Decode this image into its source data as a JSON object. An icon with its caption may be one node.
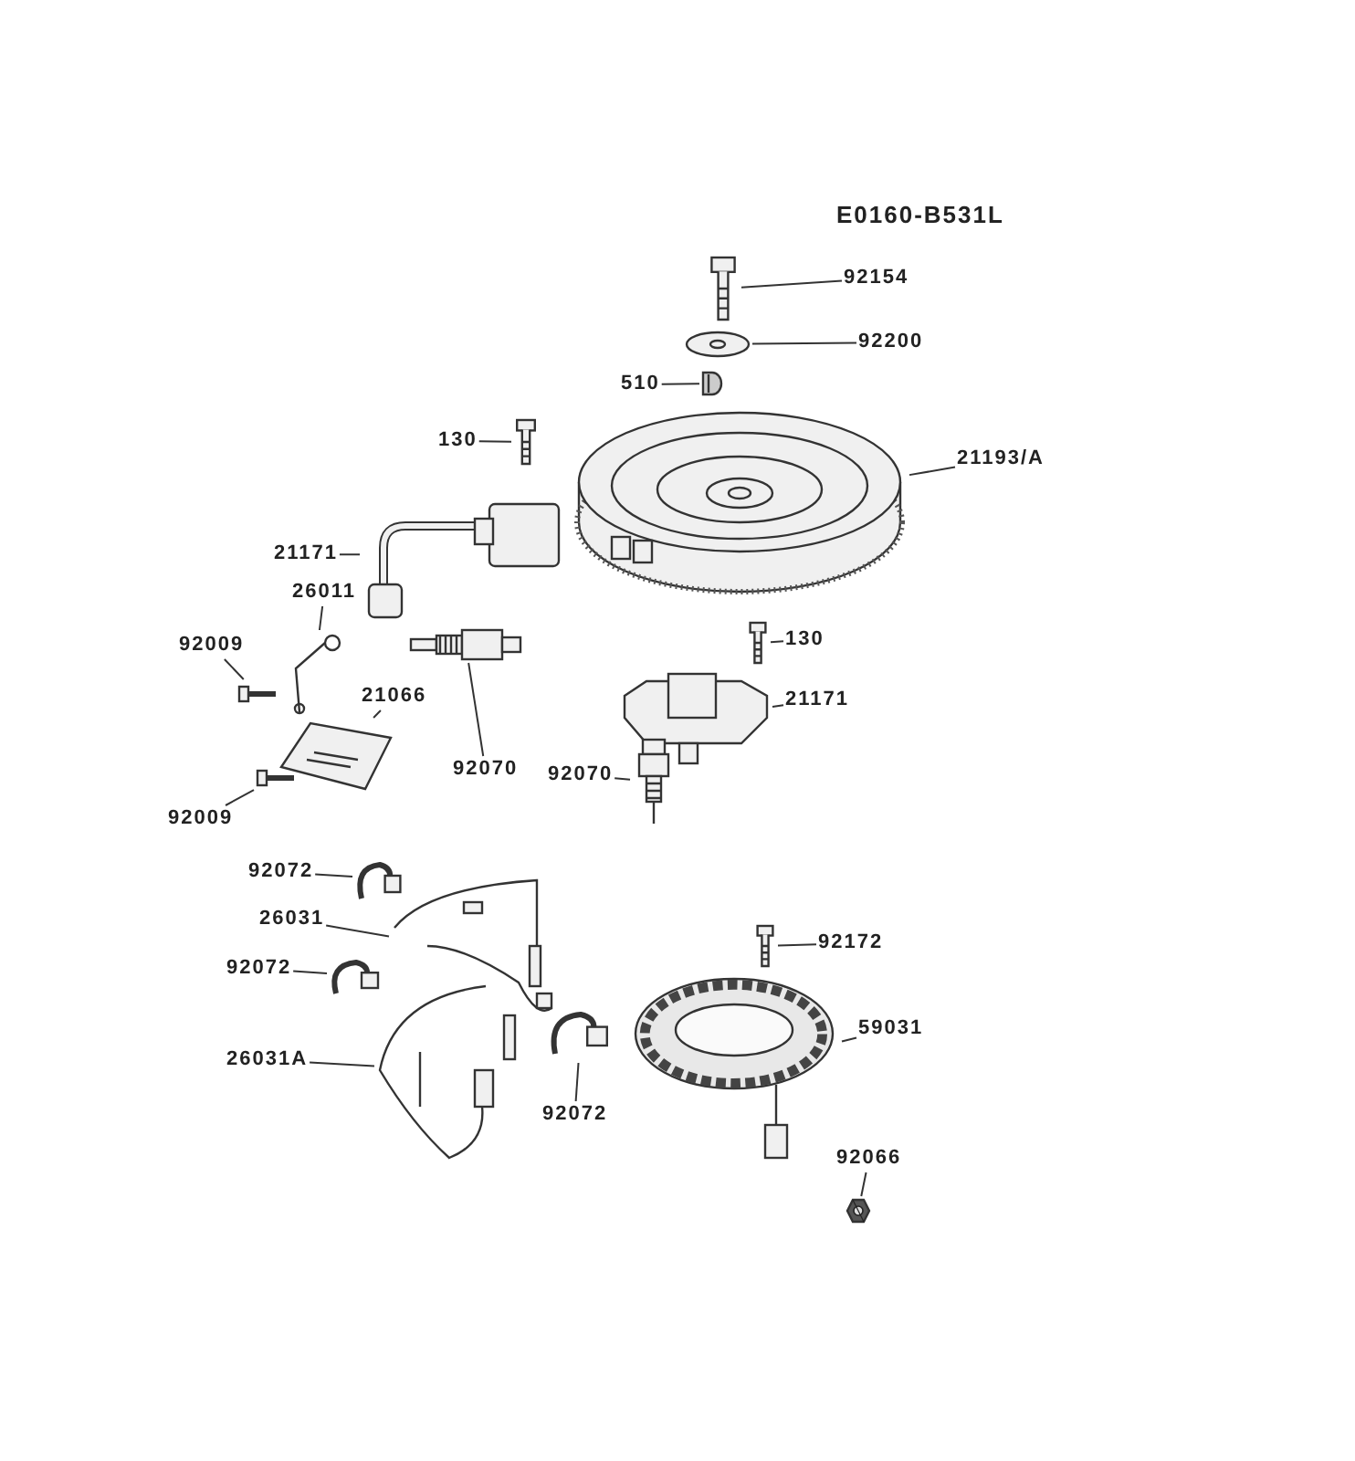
{
  "diagram": {
    "nodes": [
      {
        "text": [
          "92154"
        ]
      },
      {
        "text": [],
        "shape": "picture"
      },
      {
        "text": [
          "92200"
        ]
      },
      {
        "text": [],
        "shape": "picture"
      },
      {
        "text": [
          "510"
        ]
      },
      {
        "text": [],
        "shape": "picture"
      },
      {
        "text": [
          "130"
        ]
      },
      {
        "text": [],
        "shape": "picture"
      },
      {
        "text": [
          "21193/A"
        ]
      },
      {
        "text": [],
        "shape": "picture"
      },
      {
        "text": [
          "21171"
        ]
      },
      {
        "text": [],
        "shape": "picture"
      },
      {
        "text": [
          "26011"
        ]
      },
      {
        "text": [],
        "shape": "picture"
      },
      {
        "text": [
          "92009"
        ]
      },
      {
        "text": [],
        "shape": "picture"
      },
      {
        "text": [
          "21066"
        ]
      },
      {
        "text": [],
        "shape": "picture"
      },
      {
        "text": [
          "92070"
        ]
      },
      {
        "text": [],
        "shape": "picture"
      },
      {
        "text": [
          "92009"
        ]
      },
      {
        "text": [],
        "shape": "picture"
      },
      {
        "text": [
          "130"
        ]
      },
      {
        "text": [],
        "shape": "picture"
      },
      {
        "text": [
          "21171"
        ]
      },
      {
        "text": [],
        "shape": "picture"
      },
      {
        "text": [
          "92070"
        ]
      },
      {
        "text": [],
        "shape": "picture"
      },
      {
        "text": [
          "92072"
        ]
      },
      {
        "text": [],
        "shape": "picture"
      },
      {
        "text": [
          "26031"
        ]
      },
      {
        "text": [],
        "shape": "picture"
      },
      {
        "text": [
          "92072"
        ]
      },
      {
        "text": [],
        "shape": "picture"
      },
      {
        "text": [
          "92172"
        ]
      },
      {
        "text": [],
        "shape": "picture"
      },
      {
        "text": [
          "26031A"
        ]
      },
      {
        "text": [],
        "shape": "picture"
      },
      {
        "text": [
          "59031"
        ]
      },
      {
        "text": [],
        "shape": "picture"
      },
      {
        "text": [
          "92072"
        ]
      },
      {
        "text": [],
        "shape": "picture"
      },
      {
        "text": [
          "92066"
        ]
      },
      {
        "text": [],
        "shape": "picture"
      }
    ],
    "edges": [
      {
        "from": 0,
        "to": 1,
        "arrow": "none"
      },
      {
        "from": 2,
        "to": 3,
        "arrow": "none"
      },
      {
        "from": 4,
        "to": 5,
        "arrow": "none"
      },
      {
        "from": 6,
        "to": 7,
        "arrow": "none"
      },
      {
        "from": 8,
        "to": 9,
        "arrow": "none"
      },
      {
        "from": 10,
        "to": 11,
        "arrow": "none"
      },
      {
        "from": 12,
        "to": 13,
        "arrow": "none"
      },
      {
        "from": 14,
        "to": 15,
        "arrow": "none"
      },
      {
        "from": 16,
        "to": 17,
        "arrow": "none"
      },
      {
        "from": 18,
        "to": 19,
        "arrow": "none"
      },
      {
        "from": 20,
        "to": 21,
        "arrow": "none"
      },
      {
        "from": 22,
        "to": 23,
        "arrow": "none"
      },
      {
        "from": 24,
        "to": 25,
        "arrow": "none"
      },
      {
        "from": 26,
        "to": 27,
        "arrow": "none"
      },
      {
        "from": 28,
        "to": 29,
        "arrow": "none"
      },
      {
        "from": 30,
        "to": 31,
        "arrow": "none"
      },
      {
        "from": 32,
        "to": 33,
        "arrow": "none"
      },
      {
        "from": 34,
        "to": 35,
        "arrow": "none"
      },
      {
        "from": 36,
        "to": 37,
        "arrow": "none"
      },
      {
        "from": 38,
        "to": 39,
        "arrow": "none"
      },
      {
        "from": 40,
        "to": 41,
        "arrow": "none"
      },
      {
        "from": 42,
        "to": 43,
        "arrow": "none"
      }
    ],
    "labels": [
      "E0160-B531L"
    ]
  }
}
